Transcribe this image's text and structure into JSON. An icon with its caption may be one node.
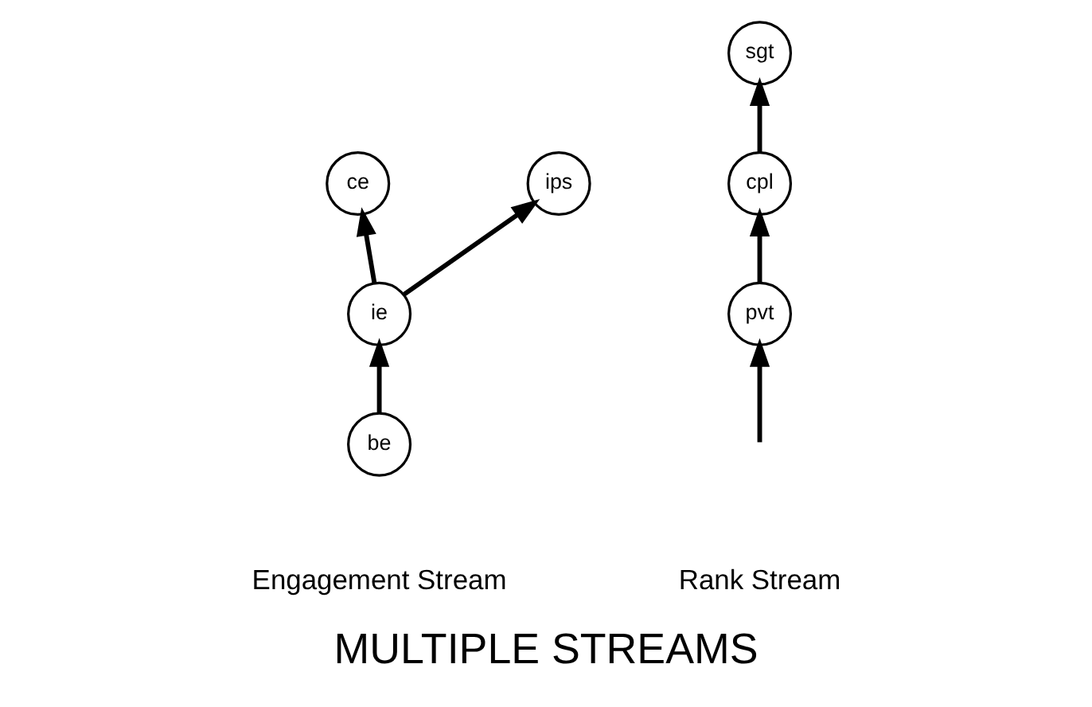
{
  "diagram": {
    "title": "MULTIPLE STREAMS",
    "nodes": [
      {
        "text": [
          "ce"
        ]
      },
      {
        "text": [
          "ips"
        ]
      },
      {
        "text": [
          "ie"
        ]
      },
      {
        "text": [
          "be"
        ]
      },
      {
        "text": [
          "sgt"
        ]
      },
      {
        "text": [
          "cpl"
        ]
      },
      {
        "text": [
          "pvt"
        ]
      }
    ],
    "edges": [
      {
        "from": 2,
        "to": 0,
        "arrow": "to"
      },
      {
        "from": 2,
        "to": 1,
        "arrow": "to"
      },
      {
        "from": 3,
        "to": 2,
        "arrow": "to"
      },
      {
        "from": 5,
        "to": 4,
        "arrow": "to"
      },
      {
        "from": 6,
        "to": 5,
        "arrow": "to"
      },
      {
        "from": null,
        "to": 6,
        "arrow": "to"
      }
    ],
    "labels": [
      "Engagement Stream",
      "Rank Stream"
    ]
  }
}
